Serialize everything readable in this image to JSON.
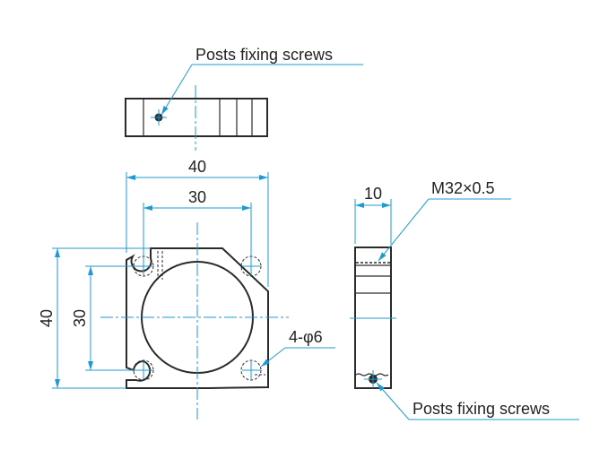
{
  "labels": {
    "posts_fixing_screws_top": "Posts fixing screws",
    "posts_fixing_screws_side": "Posts fixing screws",
    "thread": "M32×0.5",
    "holes": "4-φ6"
  },
  "dimensions": {
    "width_outer": "40",
    "width_holes": "30",
    "height_outer": "40",
    "height_holes": "30",
    "thickness": "10"
  },
  "colors": {
    "dimension": "#1c9ad6",
    "outline": "#2a2a2a"
  }
}
